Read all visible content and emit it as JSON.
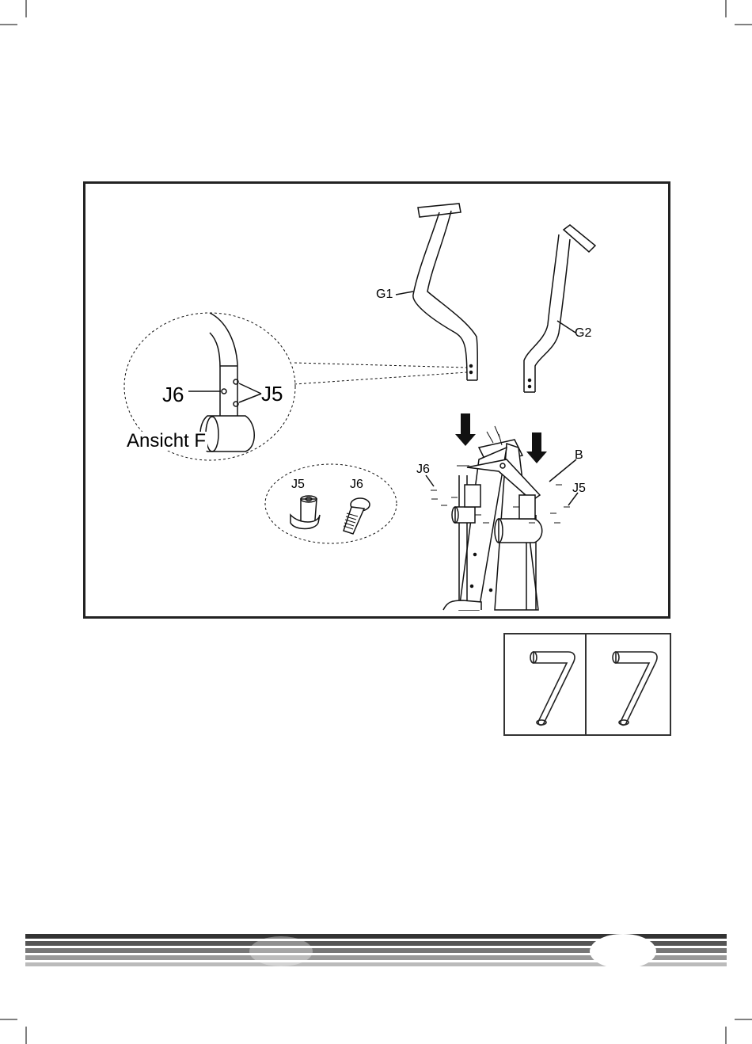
{
  "figure": {
    "labels": {
      "g1": "G1",
      "g2": "G2",
      "b": "B",
      "j5": "J5",
      "j6": "J6",
      "detail_j5": "J5",
      "detail_j6": "J6",
      "ansicht": "Ansicht F",
      "parts_j5": "J5",
      "parts_j6": "J6"
    }
  },
  "tools": {
    "count": 2,
    "icon": "allen-key-icon"
  },
  "footer": {
    "stripe_colors": [
      "#333333",
      "#555555",
      "#777777",
      "#999999"
    ]
  }
}
